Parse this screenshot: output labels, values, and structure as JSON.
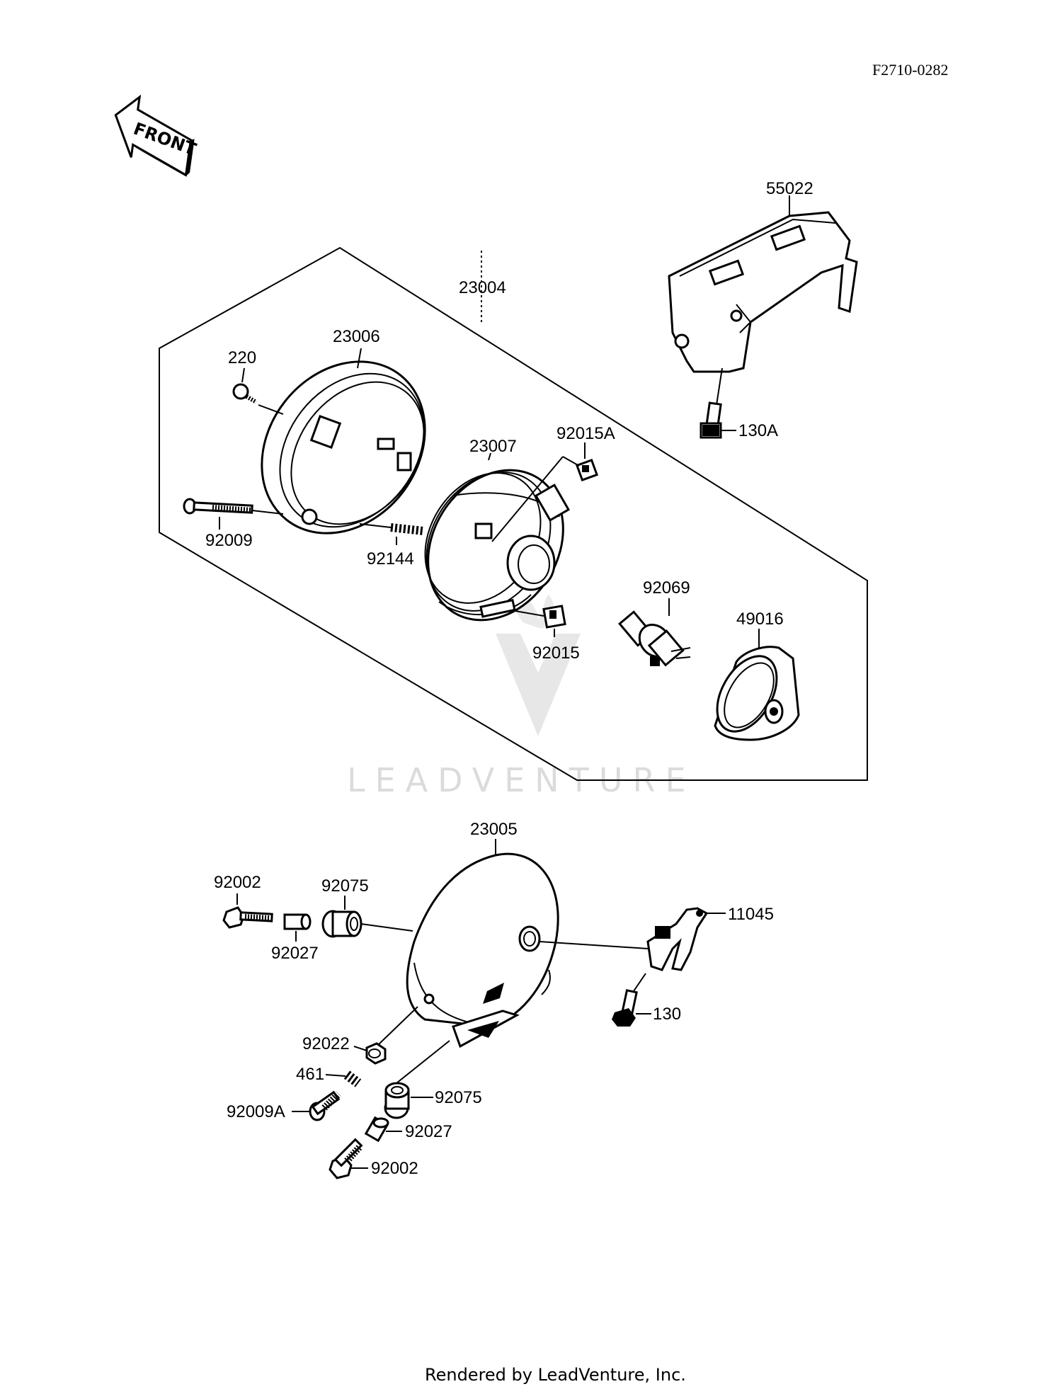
{
  "document": {
    "code": "F2710-0282",
    "footer": "Rendered by LeadVenture, Inc.",
    "watermark": "LEADVENTURE",
    "front_arrow_label": "FRONT"
  },
  "parts": [
    {
      "id": "p-55022",
      "label": "55022"
    },
    {
      "id": "p-23004",
      "label": "23004"
    },
    {
      "id": "p-23006",
      "label": "23006"
    },
    {
      "id": "p-220",
      "label": "220"
    },
    {
      "id": "p-130A",
      "label": "130A"
    },
    {
      "id": "p-23007",
      "label": "23007"
    },
    {
      "id": "p-92015A",
      "label": "92015A"
    },
    {
      "id": "p-92009",
      "label": "92009"
    },
    {
      "id": "p-92144",
      "label": "92144"
    },
    {
      "id": "p-92069",
      "label": "92069"
    },
    {
      "id": "p-49016",
      "label": "49016"
    },
    {
      "id": "p-92015",
      "label": "92015"
    },
    {
      "id": "p-23005",
      "label": "23005"
    },
    {
      "id": "p-92002-top",
      "label": "92002"
    },
    {
      "id": "p-92075-top",
      "label": "92075"
    },
    {
      "id": "p-11045",
      "label": "11045"
    },
    {
      "id": "p-92027-top",
      "label": "92027"
    },
    {
      "id": "p-130",
      "label": "130"
    },
    {
      "id": "p-92022",
      "label": "92022"
    },
    {
      "id": "p-461",
      "label": "461"
    },
    {
      "id": "p-92075-bot",
      "label": "92075"
    },
    {
      "id": "p-92009A",
      "label": "92009A"
    },
    {
      "id": "p-92027-bot",
      "label": "92027"
    },
    {
      "id": "p-92002-bot",
      "label": "92002"
    }
  ]
}
